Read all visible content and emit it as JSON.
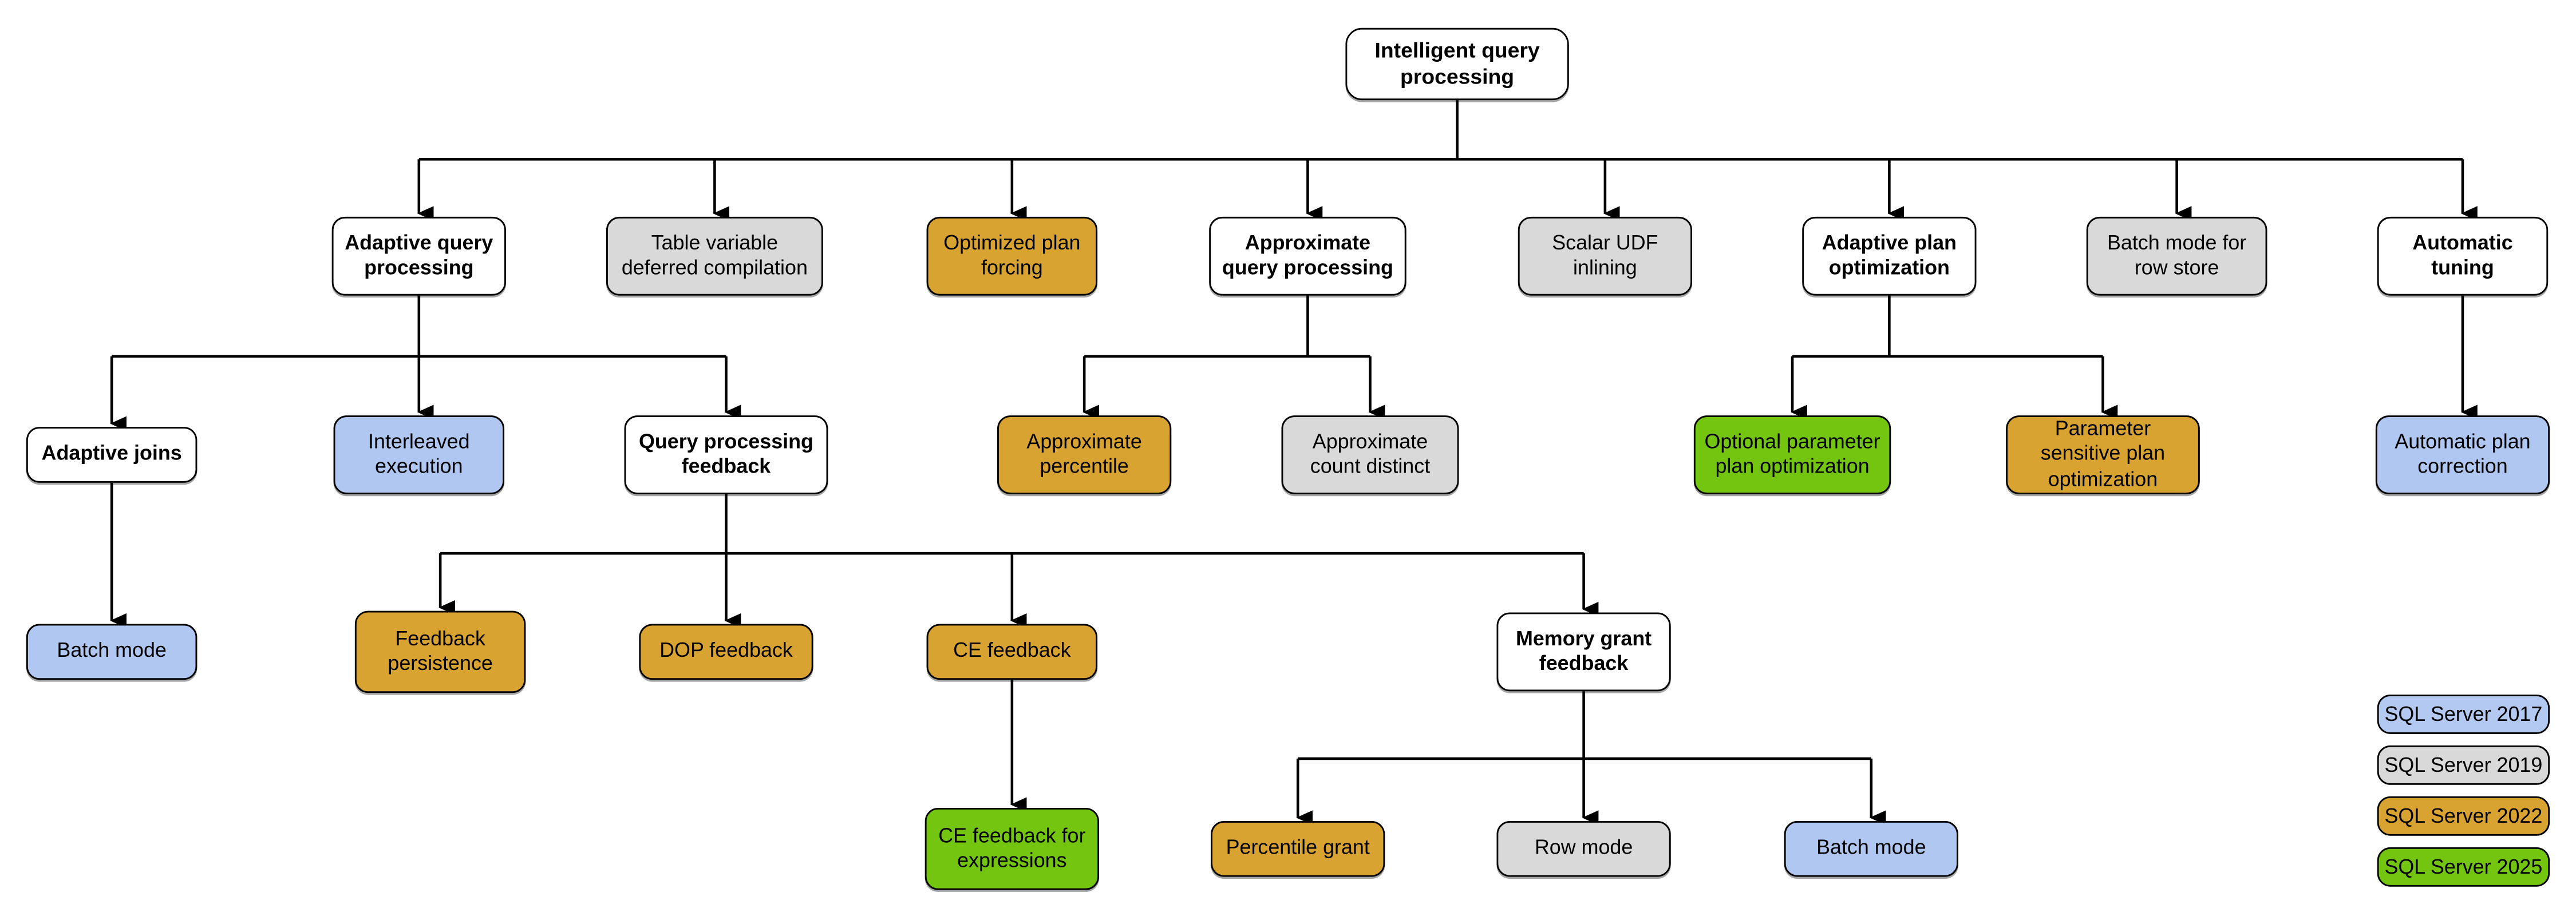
{
  "diagram": {
    "palette": {
      "sql_2017_blue": "#b0c7f1",
      "sql_2019_gray": "#d9d9d9",
      "sql_2022_gold": "#d9a331",
      "sql_2025_green": "#73c510",
      "category_white": "#ffffff",
      "line_color": "#000000"
    },
    "nodes": [
      {
        "label": "Intelligent query processing",
        "version": null
      },
      {
        "label": "Adaptive query processing",
        "version": null
      },
      {
        "label": "Table variable deferred compilation",
        "version": "SQL Server 2019"
      },
      {
        "label": "Optimized plan forcing",
        "version": "SQL Server 2022"
      },
      {
        "label": "Approximate query processing",
        "version": null
      },
      {
        "label": "Scalar UDF inlining",
        "version": "SQL Server 2019"
      },
      {
        "label": "Adaptive plan optimization",
        "version": null
      },
      {
        "label": "Batch mode for row store",
        "version": "SQL Server 2019"
      },
      {
        "label": "Automatic tuning",
        "version": null
      },
      {
        "label": "Adaptive joins",
        "version": null
      },
      {
        "label": "Interleaved execution",
        "version": "SQL Server 2017"
      },
      {
        "label": "Query processing feedback",
        "version": null
      },
      {
        "label": "Approximate percentile",
        "version": "SQL Server 2022"
      },
      {
        "label": "Approximate count distinct",
        "version": "SQL Server 2019"
      },
      {
        "label": "Optional parameter plan optimization",
        "version": "SQL Server 2025"
      },
      {
        "label": "Parameter sensitive plan optimization",
        "version": "SQL Server 2022"
      },
      {
        "label": "Automatic plan correction",
        "version": "SQL Server 2017"
      },
      {
        "label": "Batch mode",
        "version": "SQL Server 2017"
      },
      {
        "label": "Feedback persistence",
        "version": "SQL Server 2022"
      },
      {
        "label": "DOP feedback",
        "version": "SQL Server 2022"
      },
      {
        "label": "CE feedback",
        "version": "SQL Server 2022"
      },
      {
        "label": "Memory grant feedback",
        "version": null
      },
      {
        "label": "CE feedback for expressions",
        "version": "SQL Server 2025"
      },
      {
        "label": "Percentile grant",
        "version": "SQL Server 2022"
      },
      {
        "label": "Row mode",
        "version": "SQL Server 2019"
      },
      {
        "label": "Batch mode",
        "version": "SQL Server 2017"
      }
    ],
    "edges": [
      {
        "from": "Intelligent query processing",
        "to": [
          "Adaptive query processing",
          "Table variable deferred compilation",
          "Optimized plan forcing",
          "Approximate query processing",
          "Scalar UDF inlining",
          "Adaptive plan optimization",
          "Batch mode for row store",
          "Automatic tuning"
        ]
      },
      {
        "from": "Adaptive query processing",
        "to": [
          "Adaptive joins",
          "Interleaved execution",
          "Query processing feedback"
        ]
      },
      {
        "from": "Approximate query processing",
        "to": [
          "Approximate percentile",
          "Approximate count distinct"
        ]
      },
      {
        "from": "Adaptive plan optimization",
        "to": [
          "Optional parameter plan optimization",
          "Parameter sensitive plan optimization"
        ]
      },
      {
        "from": "Automatic tuning",
        "to": [
          "Automatic plan correction"
        ]
      },
      {
        "from": "Adaptive joins",
        "to": [
          "Batch mode"
        ]
      },
      {
        "from": "Query processing feedback",
        "to": [
          "Feedback persistence",
          "DOP feedback",
          "CE feedback",
          "Memory grant feedback"
        ]
      },
      {
        "from": "CE feedback",
        "to": [
          "CE feedback for expressions"
        ]
      },
      {
        "from": "Memory grant feedback",
        "to": [
          "Percentile grant",
          "Row mode",
          "Batch mode"
        ]
      }
    ],
    "legend": {
      "items": [
        {
          "label": "SQL Server 2017",
          "color": "#b3c9f2"
        },
        {
          "label": "SQL Server 2019",
          "color": "#d9d9d9"
        },
        {
          "label": "SQL Server 2022",
          "color": "#d9a331"
        },
        {
          "label": "SQL Server 2025",
          "color": "#73c510"
        }
      ]
    }
  }
}
